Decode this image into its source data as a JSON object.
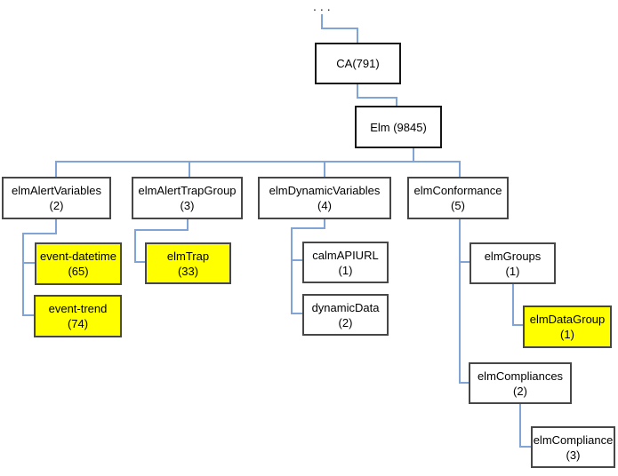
{
  "theme": {
    "background": "#FFFFFF",
    "line_color": "#7FA4D5",
    "highlight_color": "#FFFF00",
    "box_border_color": "#474747",
    "root_border_color": "#151515",
    "text_color": "#000000"
  },
  "diagram": {
    "ellipsis": "...",
    "type": "tree",
    "description": "MIB-style hierarchy tree with highlighted leaf nodes"
  },
  "nodes": {
    "ca": {
      "label": "CA(791)"
    },
    "elm": {
      "label": "Elm (9845)"
    },
    "elmAlertVariables": {
      "label": "elmAlertVariables",
      "count": "(2)"
    },
    "elmAlertTrapGroup": {
      "label": "elmAlertTrapGroup",
      "count": "(3)"
    },
    "elmDynamicVariables": {
      "label": "elmDynamicVariables",
      "count": "(4)"
    },
    "elmConformance": {
      "label": "elmConformance",
      "count": "(5)"
    },
    "eventDatetime": {
      "label": "event-datetime",
      "count": "(65)",
      "highlighted": true
    },
    "eventTrend": {
      "label": "event-trend",
      "count": "(74)",
      "highlighted": true
    },
    "elmTrap": {
      "label": "elmTrap",
      "count": "(33)",
      "highlighted": true
    },
    "calmAPIURL": {
      "label": "calmAPIURL",
      "count": "(1)"
    },
    "dynamicData": {
      "label": "dynamicData",
      "count": "(2)"
    },
    "elmGroups": {
      "label": "elmGroups",
      "count": "(1)"
    },
    "elmDataGroup": {
      "label": "elmDataGroup",
      "count": "(1)",
      "highlighted": true
    },
    "elmCompliances": {
      "label": "elmCompliances",
      "count": "(2)"
    },
    "elmCompliance": {
      "label": "elmCompliance",
      "count": "(3)"
    }
  }
}
